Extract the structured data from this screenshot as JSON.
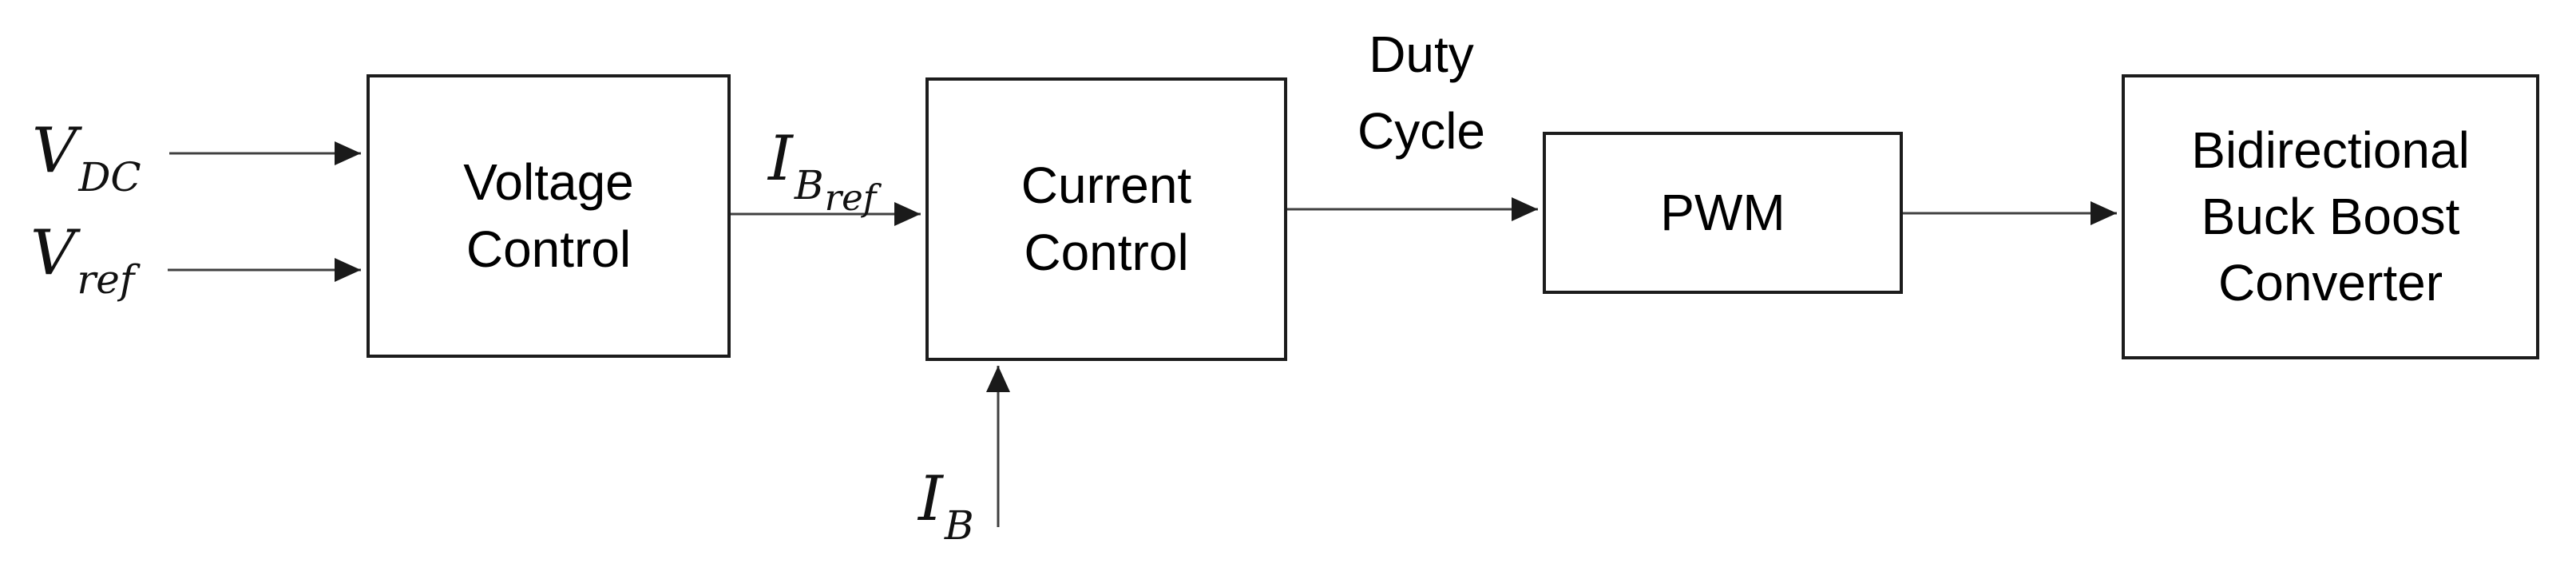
{
  "diagram": {
    "type": "block-diagram",
    "description_visible_only": "control loop block diagram",
    "colors": {
      "background": "#ffffff",
      "block_border": "#1c1c1c",
      "arrow_shaft": "#404040",
      "arrow_head": "#1a1a1a",
      "text": "#000000"
    }
  },
  "blocks": {
    "voltage_control": {
      "label": "Voltage Control"
    },
    "current_control": {
      "label": "Current Control"
    },
    "pwm": {
      "label": "PWM"
    },
    "converter": {
      "label": "Bidirectional Buck Boost Converter"
    }
  },
  "signals": {
    "v_dc": {
      "base": "V",
      "sub": "DC"
    },
    "v_ref": {
      "base": "V",
      "sub": "ref"
    },
    "i_b_ref": {
      "base": "I",
      "sub": "B",
      "subsub": "ref"
    },
    "duty_cycle": {
      "label": "Duty Cycle"
    },
    "i_b": {
      "base": "I",
      "sub": "B"
    }
  },
  "connections": [
    {
      "from": "V_DC input",
      "to": "Voltage Control",
      "label": "V_DC"
    },
    {
      "from": "V_ref input",
      "to": "Voltage Control",
      "label": "V_ref"
    },
    {
      "from": "Voltage Control",
      "to": "Current Control",
      "label": "I_B_ref"
    },
    {
      "from": "Current Control",
      "to": "PWM",
      "label": "Duty Cycle"
    },
    {
      "from": "PWM",
      "to": "Bidirectional Buck Boost Converter",
      "label": ""
    },
    {
      "from": "I_B input (below)",
      "to": "Current Control",
      "label": "I_B"
    }
  ]
}
